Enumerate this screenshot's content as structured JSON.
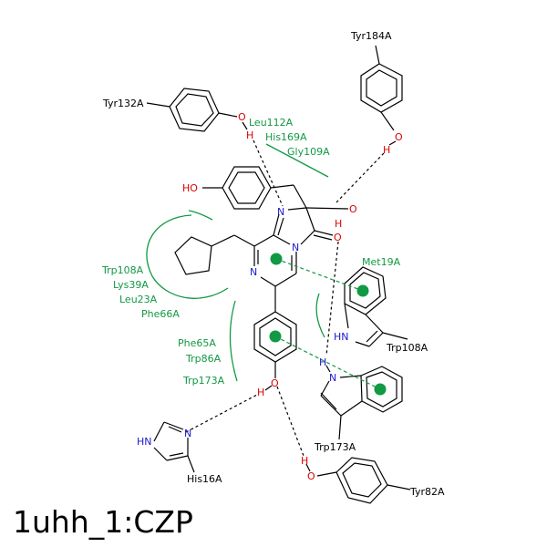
{
  "title": "1uhh_1:CZP",
  "residues": {
    "tyr184": "Tyr184A",
    "tyr132": "Tyr132A",
    "leu112": "Leu112A",
    "his169": "His169A",
    "gly109": "Gly109A",
    "met19": "Met19A",
    "trp108_label": "Trp108A",
    "lys39": "Lys39A",
    "leu23": "Leu23A",
    "phe66": "Phe66A",
    "phe65": "Phe65A",
    "trp86": "Trp86A",
    "trp173_label": "Trp173A",
    "trp108_res": "Trp108A",
    "trp173_res": "Trp173A",
    "his16": "His16A",
    "tyr82": "Tyr82A"
  },
  "atoms": {
    "o_tyr132": "O",
    "h_tyr132": "H",
    "o_tyr184": "O",
    "h_tyr184": "H",
    "ho_phenol": "HO",
    "n_ring1": "N",
    "o_hydroxyl": "O",
    "h_hydroxyl": "H",
    "n_ring2": "N",
    "o_carbonyl": "O",
    "n_pyrazine": "N",
    "hn_trp108": "HN",
    "h_trp173": "H",
    "n_trp173": "N",
    "o_phenyl": "O",
    "h_phenyl": "H",
    "hn_his16": "HN",
    "n_his16": "N",
    "h_tyr82": "H",
    "o_tyr82": "O"
  },
  "colors": {
    "hydrophobic": "#119944",
    "oxygen": "#dd0000",
    "nitrogen": "#1a1acc",
    "bond": "#000000"
  }
}
